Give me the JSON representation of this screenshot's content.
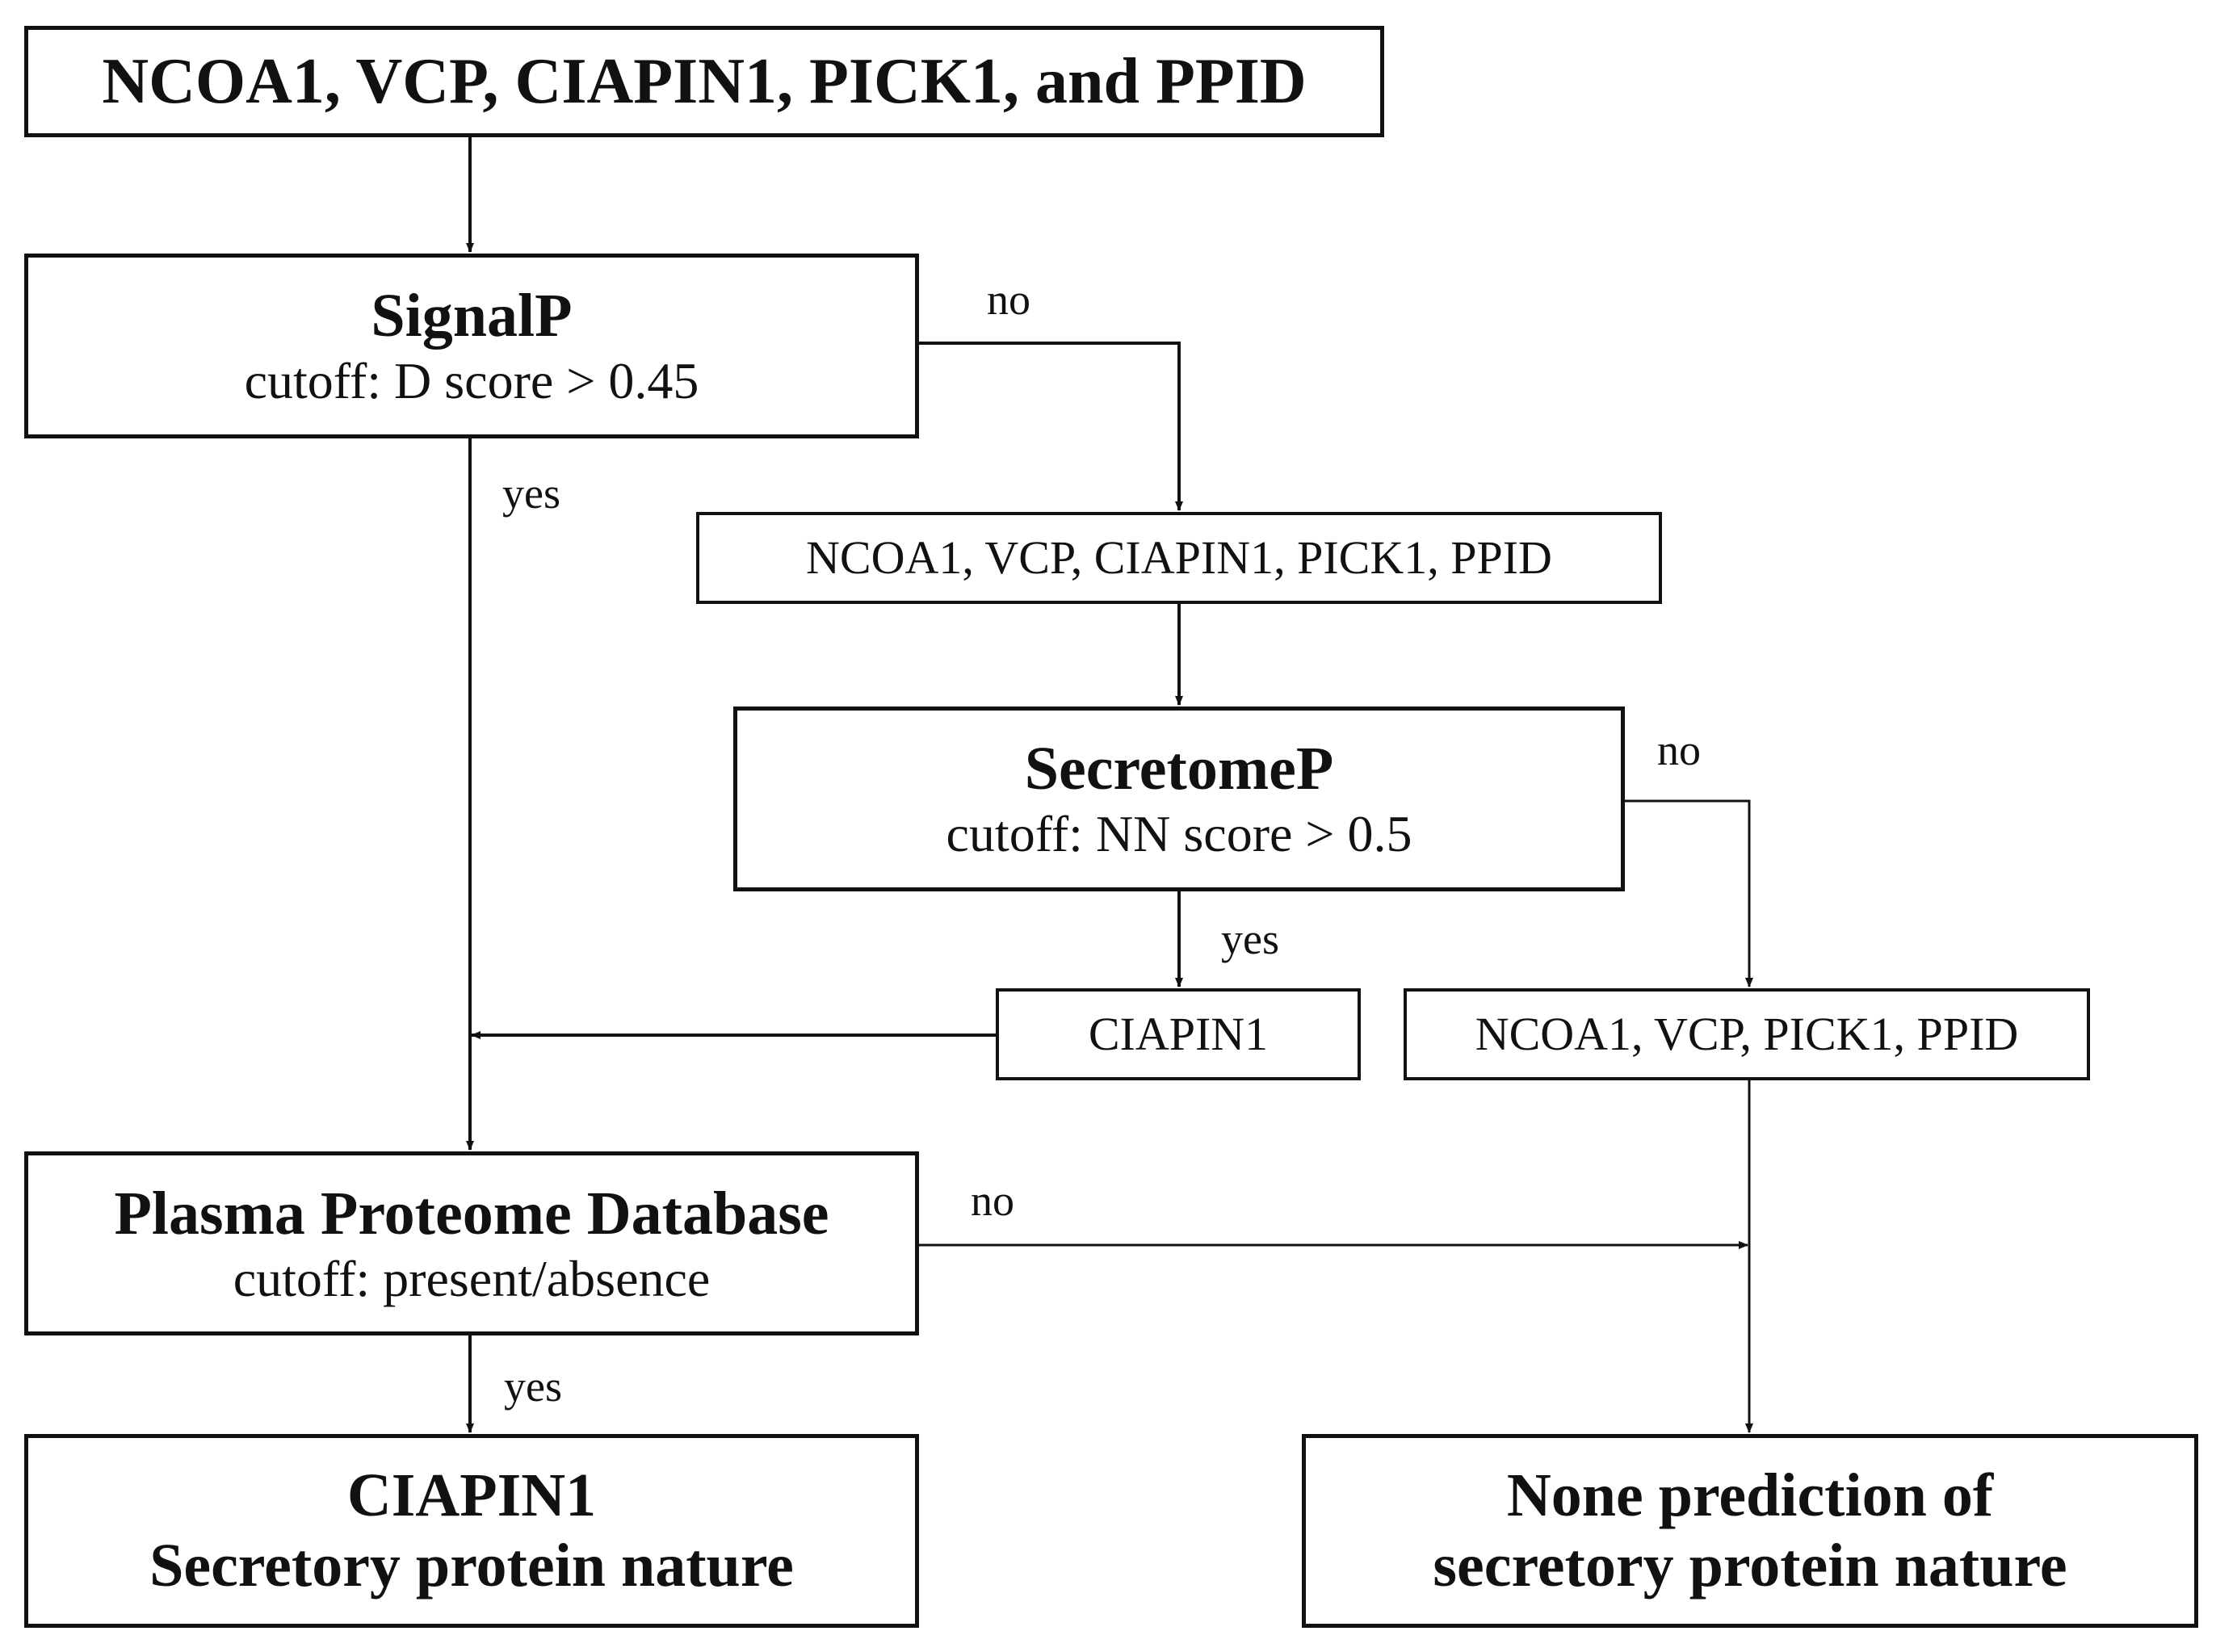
{
  "start": {
    "title": "NCOA1, VCP, CIAPIN1, PICK1, and PPID"
  },
  "signalp": {
    "title": "SignalP",
    "cutoff": "cutoff: D score > 0.45"
  },
  "list_after_signalp_no": {
    "text": "NCOA1, VCP, CIAPIN1, PICK1, PPID"
  },
  "secretomep": {
    "title": "SecretomeP",
    "cutoff": "cutoff: NN score > 0.5"
  },
  "secretomep_yes_result": {
    "text": "CIAPIN1"
  },
  "secretomep_no_result": {
    "text": "NCOA1, VCP, PICK1, PPID"
  },
  "plasma_db": {
    "title": "Plasma Proteome Database",
    "cutoff": "cutoff: present/absence"
  },
  "final_positive": {
    "line1": "CIAPIN1",
    "line2": "Secretory protein nature"
  },
  "final_negative": {
    "line1": "None prediction of",
    "line2": "secretory protein nature"
  },
  "edge_labels": {
    "signalp_no": "no",
    "signalp_yes": "yes",
    "secretomep_no": "no",
    "secretomep_yes": "yes",
    "plasma_no": "no",
    "plasma_yes": "yes"
  },
  "colors": {
    "line": "#111111",
    "background": "#ffffff"
  }
}
